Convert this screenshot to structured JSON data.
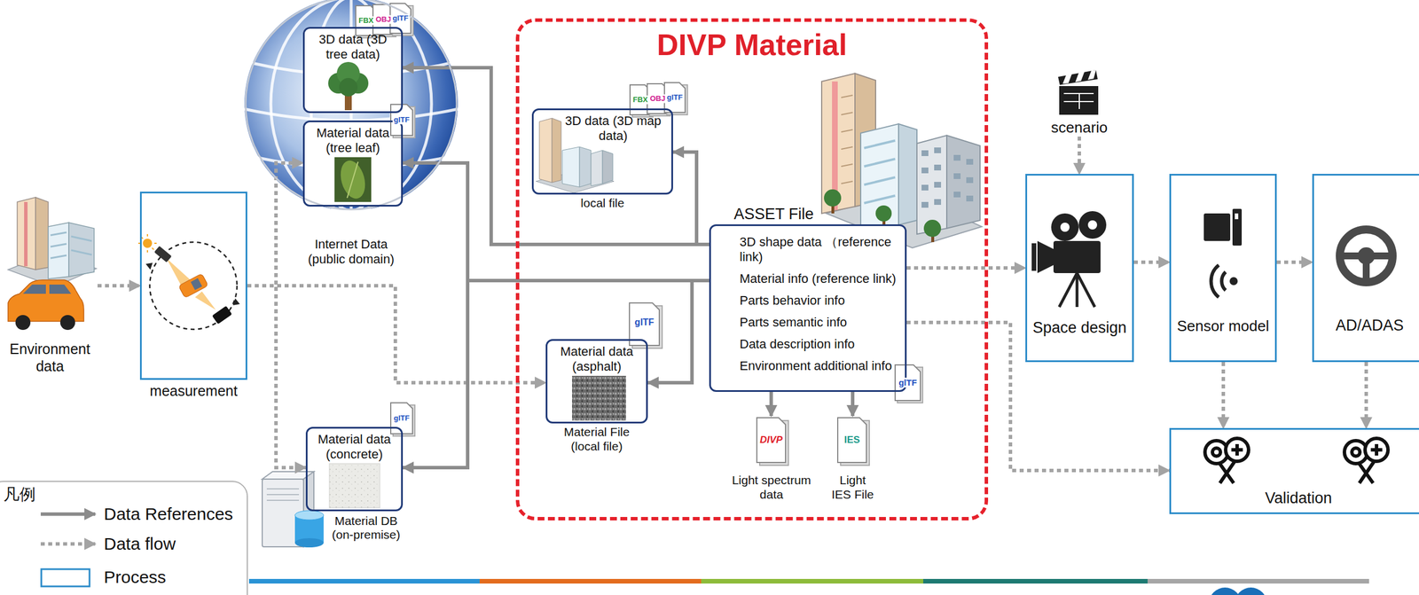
{
  "diagram": {
    "nodes": [
      {
        "text": [
          "Environment data"
        ]
      },
      {
        "text": [
          "measurement"
        ]
      },
      {
        "text": [
          "Internet Data (public domain)"
        ]
      },
      {
        "text": [
          "3D data (3D tree data)"
        ],
        "in": 2
      },
      {
        "text": [
          "Material data (tree leaf)"
        ],
        "in": 2
      },
      {
        "text": [
          "Material data (concrete)"
        ]
      },
      {
        "text": [
          "DIVP Material"
        ]
      },
      {
        "text": [
          "3D data (3D map data)",
          "local file"
        ],
        "in": 6
      },
      {
        "text": [
          "Material data (asphalt)",
          "Material File (local file)"
        ],
        "in": 6
      },
      {
        "text": [
          "ASSET File",
          "3D shape data （reference link)",
          "Material info (reference link)",
          "Parts behavior info",
          "Parts semantic info",
          "Data description info",
          "Environment additional info"
        ],
        "in": 6
      },
      {
        "text": [
          "Light spectrum data"
        ],
        "in": 6
      },
      {
        "text": [
          "Light IES File"
        ],
        "in": 6
      },
      {
        "text": [
          "scenario"
        ]
      },
      {
        "text": [
          "Space design"
        ]
      },
      {
        "text": [
          "Sensor model"
        ]
      },
      {
        "text": [
          "AD/ADAS"
        ]
      },
      {
        "text": [
          "Validation"
        ]
      }
    ],
    "edges": [
      {
        "from": 0,
        "to": 1,
        "arrow": "to"
      },
      {
        "from": 1,
        "to": 4,
        "arrow": "to"
      },
      {
        "from": 1,
        "to": 5,
        "arrow": "to"
      },
      {
        "from": 1,
        "to": 8,
        "arrow": "to"
      },
      {
        "from": 9,
        "to": 3,
        "arrow": "to"
      },
      {
        "from": 9,
        "to": 4,
        "arrow": "to"
      },
      {
        "from": 9,
        "to": 7,
        "arrow": "to"
      },
      {
        "from": 9,
        "to": 8,
        "arrow": "to"
      },
      {
        "from": 9,
        "to": 5,
        "arrow": "to"
      },
      {
        "from": 9,
        "to": 10,
        "arrow": "to"
      },
      {
        "from": 9,
        "to": 11,
        "arrow": "to"
      },
      {
        "from": 9,
        "to": 13,
        "arrow": "to"
      },
      {
        "from": 12,
        "to": 13,
        "arrow": "to"
      },
      {
        "from": 13,
        "to": 14,
        "arrow": "to"
      },
      {
        "from": 14,
        "to": 15,
        "arrow": "to"
      },
      {
        "from": 14,
        "to": 16,
        "arrow": "to"
      },
      {
        "from": 15,
        "to": 16,
        "arrow": "to"
      },
      {
        "from": 9,
        "to": 16,
        "arrow": "to"
      }
    ],
    "labels": [
      "FBX",
      "OBJ",
      "glTF",
      "glTF",
      "FBX",
      "OBJ",
      "glTF",
      "glTF",
      "glTF",
      "glTF",
      "DIVP",
      "IES",
      "Material DB (on-premise)",
      "凡例"
    ],
    "legend": [
      {
        "text": "Data References"
      },
      {
        "text": "Data flow"
      },
      {
        "text": "Process"
      }
    ]
  }
}
